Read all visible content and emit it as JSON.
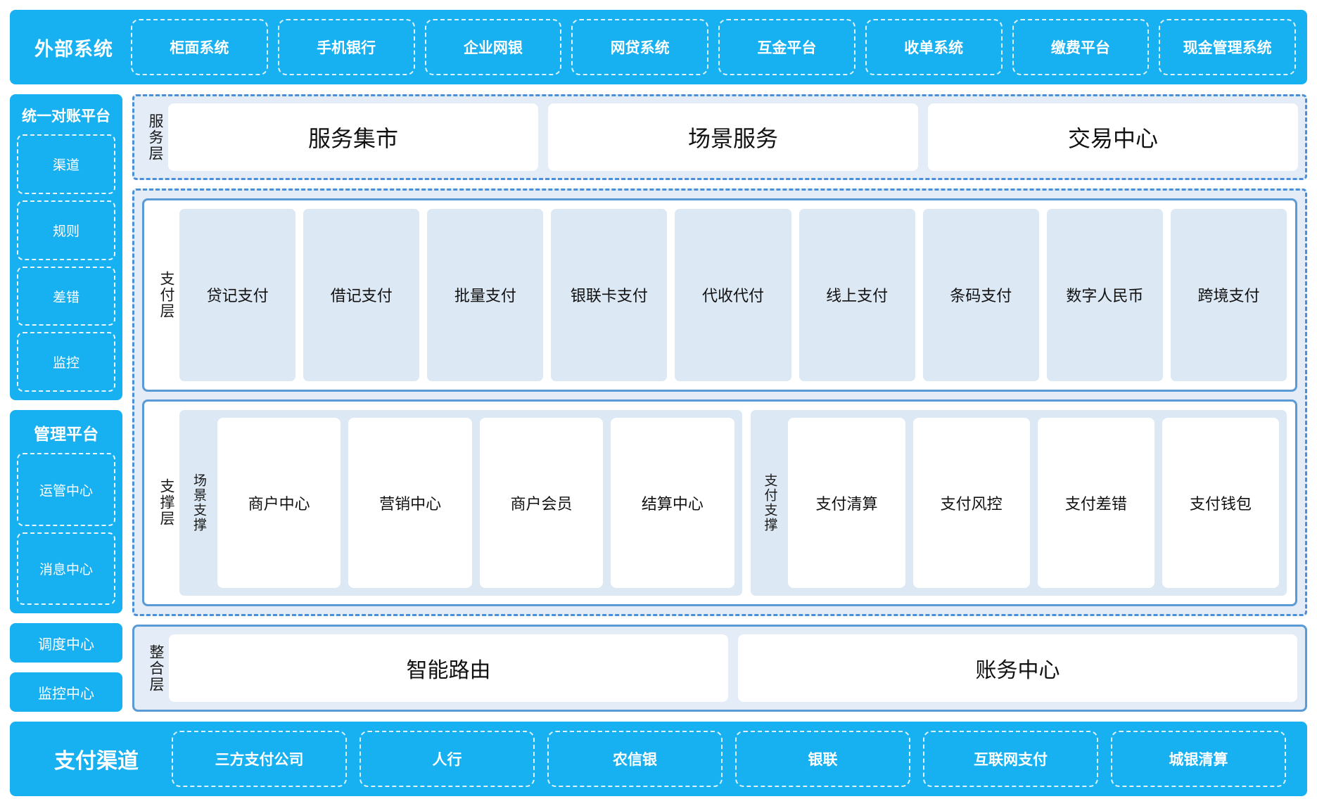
{
  "external_systems": {
    "title": "外部系统",
    "items": [
      "柜面系统",
      "手机银行",
      "企业网银",
      "网贷系统",
      "互金平台",
      "收单系统",
      "缴费平台",
      "现金管理系统"
    ]
  },
  "rail": {
    "reconciliation": {
      "title": "统一对账平台",
      "items": [
        "渠道",
        "规则",
        "差错",
        "监控"
      ]
    },
    "management": {
      "title": "管理平台",
      "items": [
        "运管中心",
        "消息中心"
      ]
    },
    "standalone": [
      "调度中心",
      "监控中心"
    ]
  },
  "service_layer": {
    "label": "服务层",
    "cards": [
      "服务集市",
      "场景服务",
      "交易中心"
    ]
  },
  "payment_layer": {
    "label": "支付层",
    "items": [
      "贷记支付",
      "借记支付",
      "批量支付",
      "银联卡支付",
      "代收代付",
      "线上支付",
      "条码支付",
      "数字人民币",
      "跨境支付"
    ]
  },
  "support_layer": {
    "label": "支撑层",
    "groups": [
      {
        "label": "场景支撑",
        "items": [
          "商户中心",
          "营销中心",
          "商户会员",
          "结算中心"
        ]
      },
      {
        "label": "支付支撑",
        "items": [
          "支付清算",
          "支付风控",
          "支付差错",
          "支付钱包"
        ]
      }
    ]
  },
  "integration_layer": {
    "label": "整合层",
    "cards": [
      "智能路由",
      "账务中心"
    ]
  },
  "payment_channels": {
    "title": "支付渠道",
    "items": [
      "三方支付公司",
      "人行",
      "农信银",
      "银联",
      "互联网支付",
      "城银清算"
    ]
  },
  "colors": {
    "brand_blue": "#17b0f0",
    "dashed_border": "#4a90d9",
    "solid_border": "#5b9bd5",
    "panel_bg": "#e3ecf7",
    "chip_bg": "#dde8f5"
  }
}
